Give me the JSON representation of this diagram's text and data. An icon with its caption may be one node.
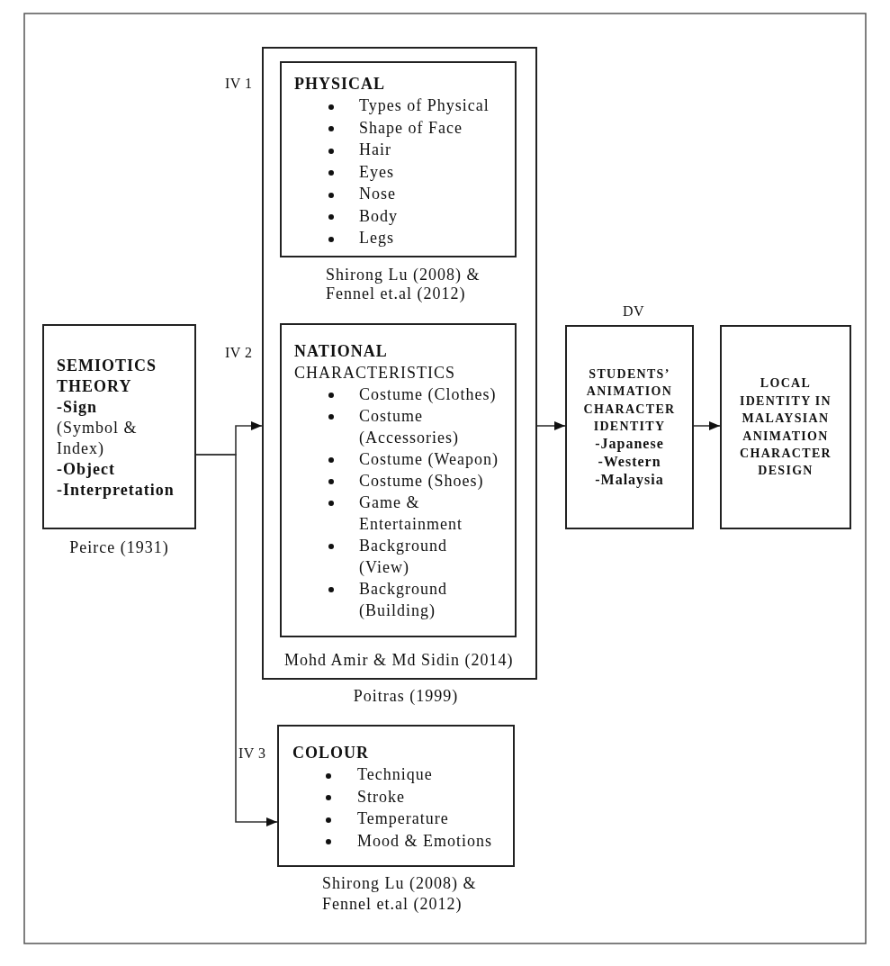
{
  "diagram": {
    "nodes": [
      {
        "text": [
          "SEMIOTICS THEORY",
          "-Sign",
          "(Symbol & Index)",
          "-Object",
          "-Interpretation"
        ],
        "beside": [
          "Peirce (1931)"
        ]
      },
      {
        "text": [],
        "shape": "box",
        "beside": [
          "Poitras (1999)"
        ]
      },
      {
        "text": [
          "PHYSICAL",
          "Types of Physical",
          "Shape of Face",
          "Hair",
          "Eyes",
          "Nose",
          "Body",
          "Legs"
        ],
        "in": 1,
        "beside": [
          "IV 1",
          "Shirong Lu (2008) & Fennel et.al (2012)"
        ]
      },
      {
        "text": [
          "**NATIONAL** CHARACTERISTICS",
          "Costume (Clothes)",
          "Costume (Accessories)",
          "Costume (Weapon)",
          "Costume (Shoes)",
          "Game & Entertainment",
          "Background (View)",
          "Background (Building)"
        ],
        "in": 1,
        "beside": [
          "IV 2",
          "Mohd Amir & Md Sidin (2014)"
        ]
      },
      {
        "text": [
          "COLOUR",
          "Technique",
          "Stroke",
          "Temperature",
          "Mood & Emotions"
        ],
        "beside": [
          "IV 3",
          "Shirong Lu (2008) & Fennel et.al (2012)"
        ]
      },
      {
        "text": [
          "STUDENTS’ ANIMATION CHARACTER IDENTITY",
          "-Japanese",
          "-Western",
          "-Malaysia"
        ],
        "beside": [
          "DV"
        ]
      },
      {
        "text": [
          "LOCAL IDENTITY IN MALAYSIAN ANIMATION CHARACTER DESIGN"
        ]
      }
    ],
    "edges": [
      {
        "from": 0,
        "to": 1,
        "arrow": "to"
      },
      {
        "from": 0,
        "to": 4,
        "arrow": "to"
      },
      {
        "from": 1,
        "to": 5,
        "arrow": "to"
      },
      {
        "from": 5,
        "to": 6,
        "arrow": "to"
      }
    ]
  }
}
